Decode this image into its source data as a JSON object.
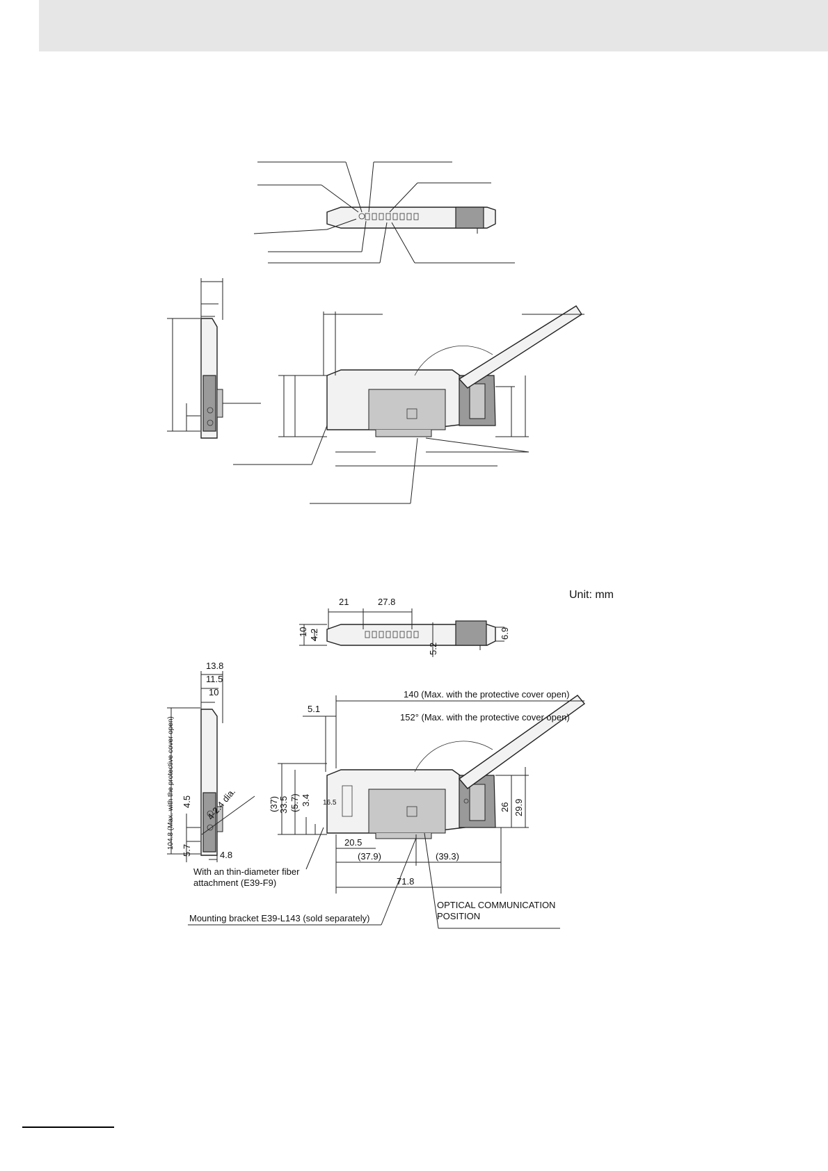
{
  "unit_label": "Unit: mm",
  "top_view": {
    "dims": [
      "21",
      "27.8",
      "10",
      "4.2",
      "5.2",
      "6.9"
    ]
  },
  "side_view": {
    "dims": [
      "13.8",
      "11.5",
      "10",
      "4.5",
      "5.7",
      "4.8"
    ],
    "height_label": "104.8 (Max. with the protective cover open)",
    "hole_label": "4-2.4 dia."
  },
  "front_view": {
    "length_label": "140 (Max. with the protective cover open)",
    "angle_label": "152° (Max. with the protective cover open)",
    "dims": [
      "5.1",
      "(37)",
      "33.5",
      "(5.7)",
      "3.4",
      "16.5",
      "26",
      "29.9",
      "20.5",
      "(37.9)",
      "(39.3)",
      "71.8"
    ]
  },
  "notes": {
    "fiber_attachment": "With an thin-diameter fiber attachment (E39-F9)",
    "bracket": "Mounting bracket E39-L143 (sold separately)",
    "optical": "OPTICAL COMMUNICATION POSITION"
  }
}
